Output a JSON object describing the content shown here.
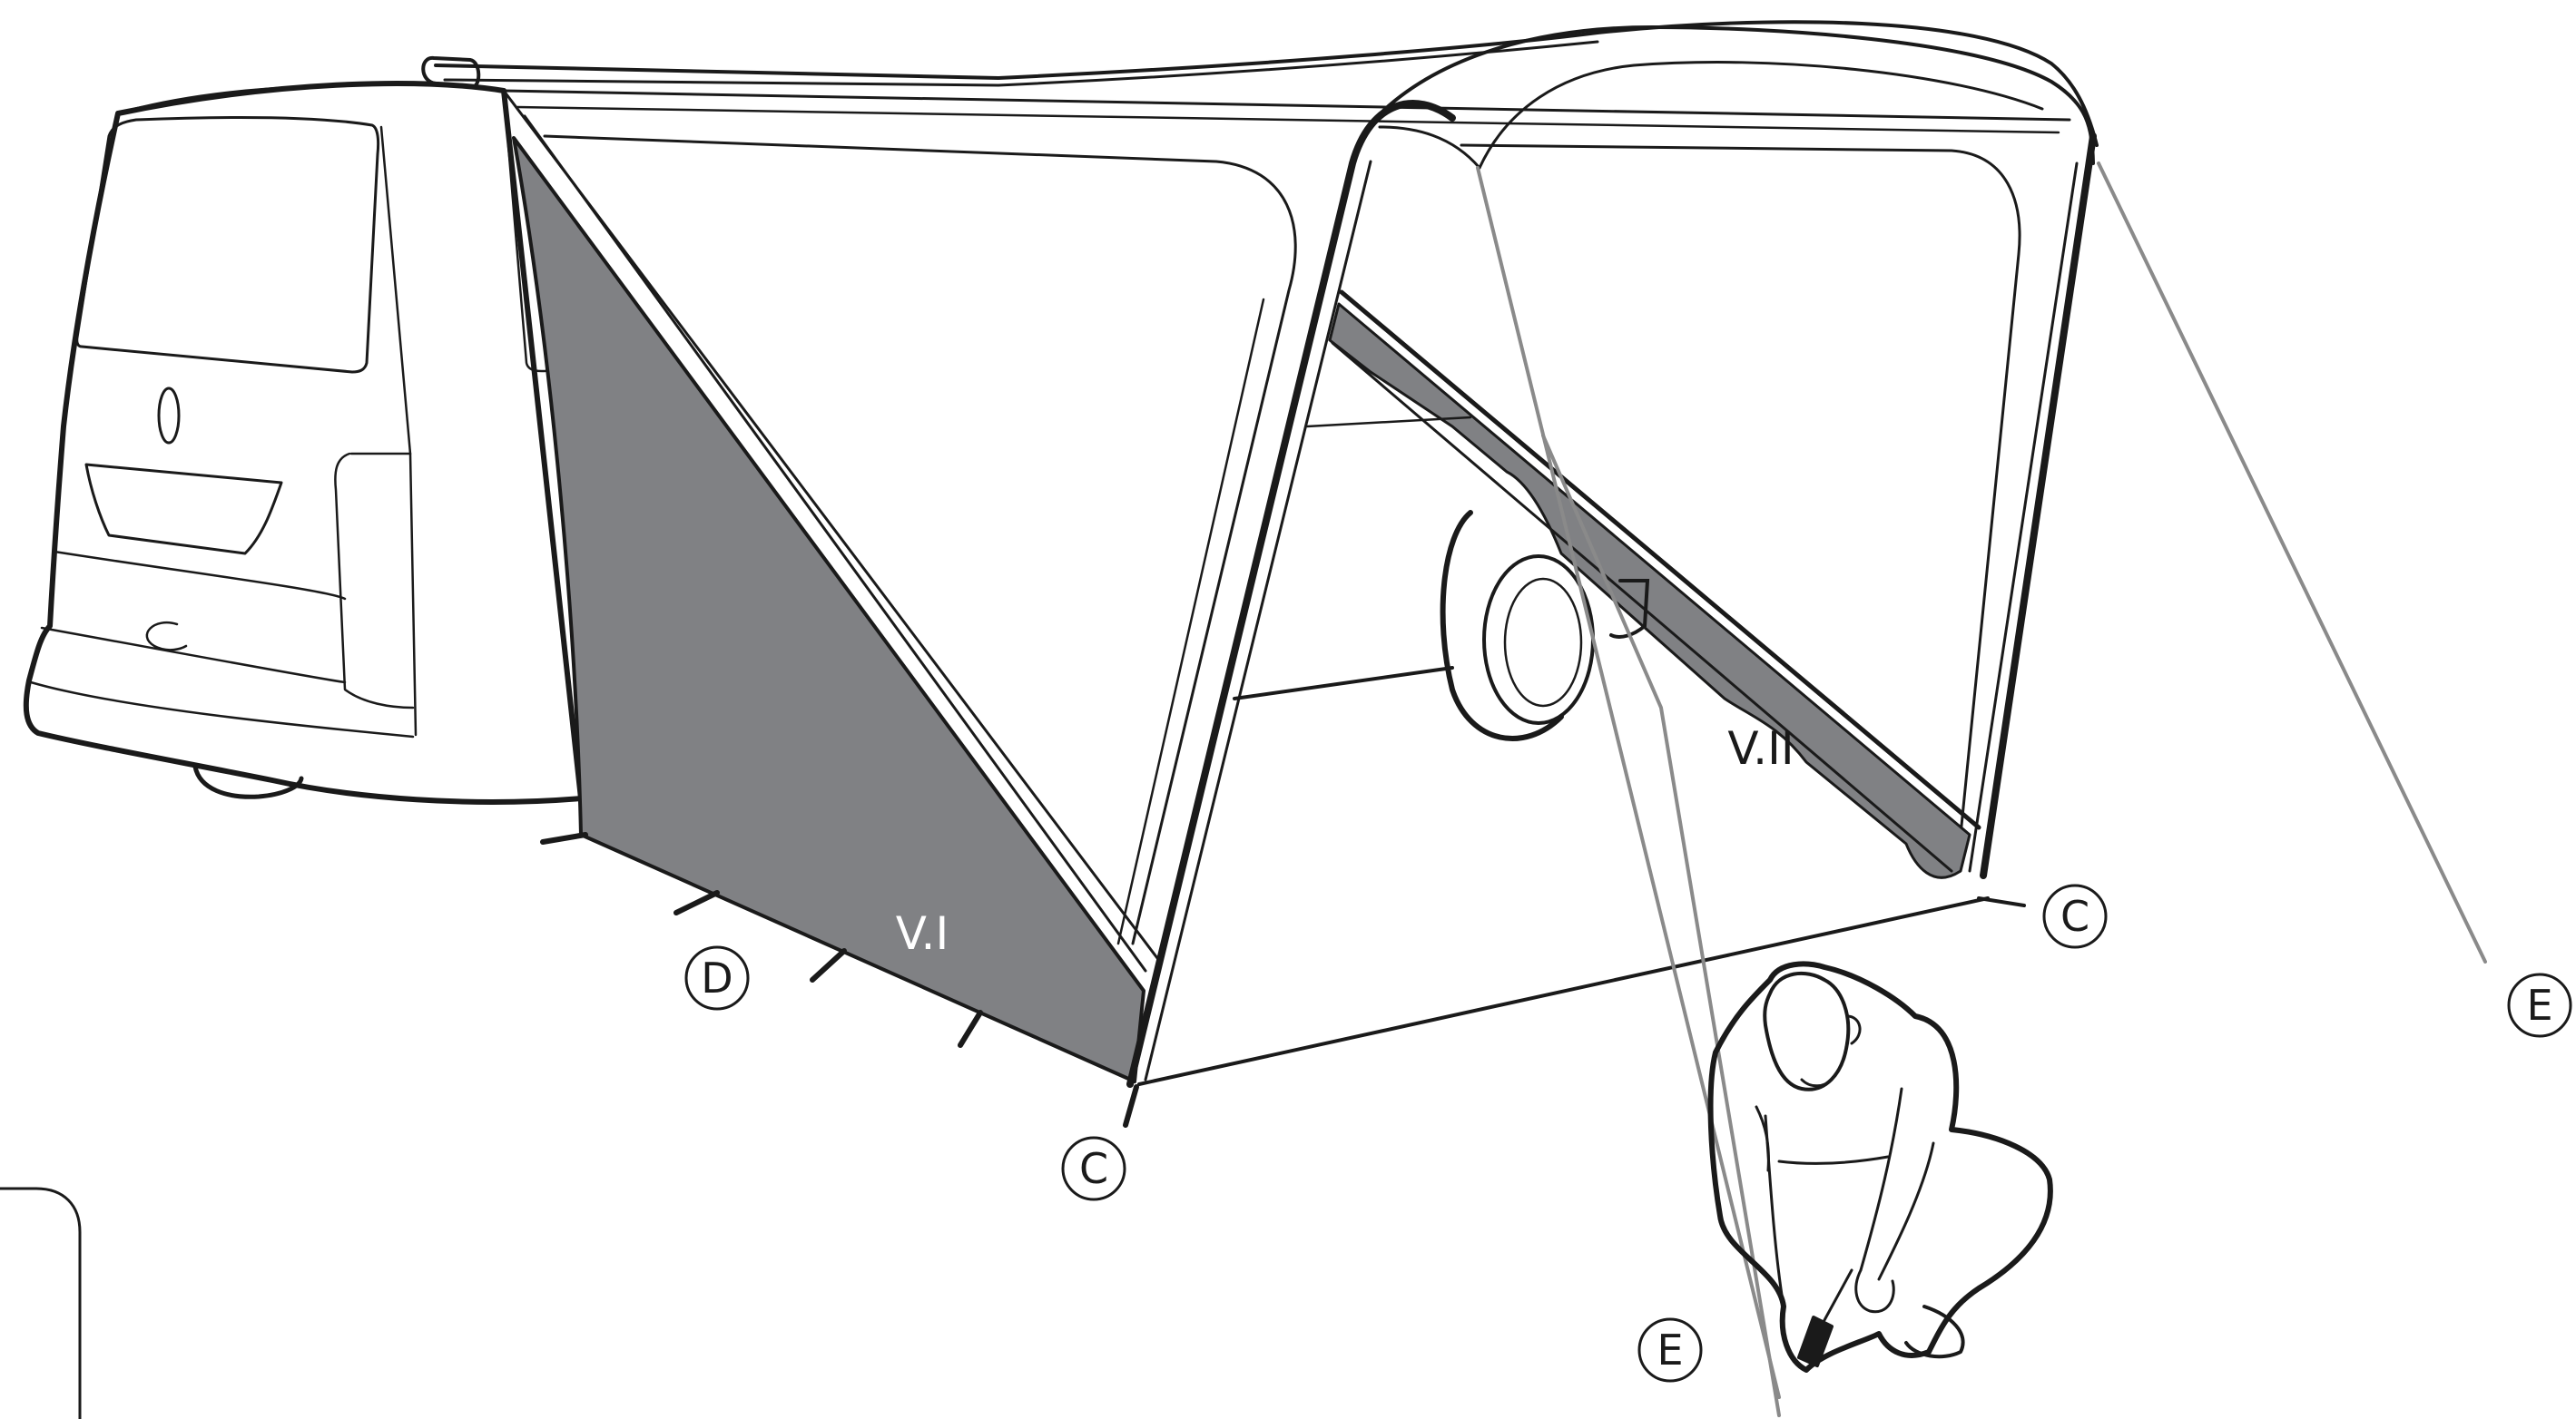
{
  "callouts": {
    "D": "D",
    "C_front": "C",
    "C_rear": "C",
    "E_rear": "E",
    "E_front": "E"
  },
  "panels": {
    "v1": "V.I",
    "v2": "V.II"
  },
  "colors": {
    "line": "#1a1a1a",
    "panel": "#808184",
    "guy_line": "#8a8a8a",
    "background": "#ffffff"
  }
}
